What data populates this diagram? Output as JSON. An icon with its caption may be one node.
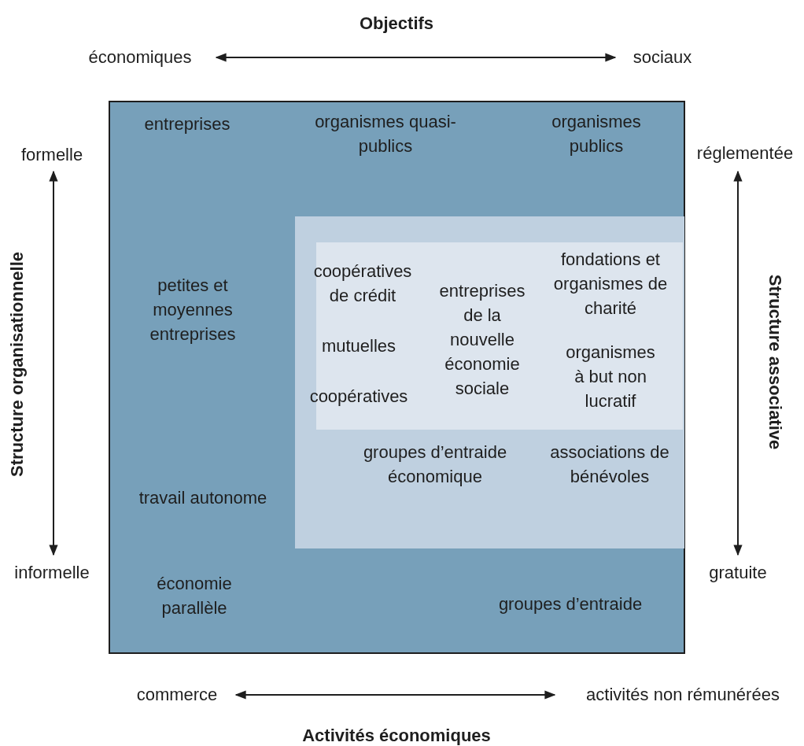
{
  "diagram": {
    "nodes": [
      {
        "text": [
          "entreprises",
          "organismes quasi-publics",
          "organismes publics",
          "petites et moyennes entreprises",
          "travail autonome",
          "économie parallèle",
          "groupes d’entraide"
        ]
      },
      {
        "text": [
          "groupes d’entraide économique",
          "associations de bénévoles"
        ],
        "in": 0
      },
      {
        "text": [
          "coopératives de crédit",
          "mutuelles",
          "coopératives",
          "entreprises de la nouvelle économie sociale",
          "fondations et organismes de charité",
          "organismes à but non lucratif"
        ],
        "in": 1
      }
    ],
    "labels": [
      "Objectifs",
      "économiques",
      "sociaux",
      "formelle",
      "réglementée",
      "Structure organisationnelle",
      "Structure associative",
      "informelle",
      "gratuite",
      "commerce",
      "activités non rémunérées",
      "Activités économiques"
    ]
  }
}
